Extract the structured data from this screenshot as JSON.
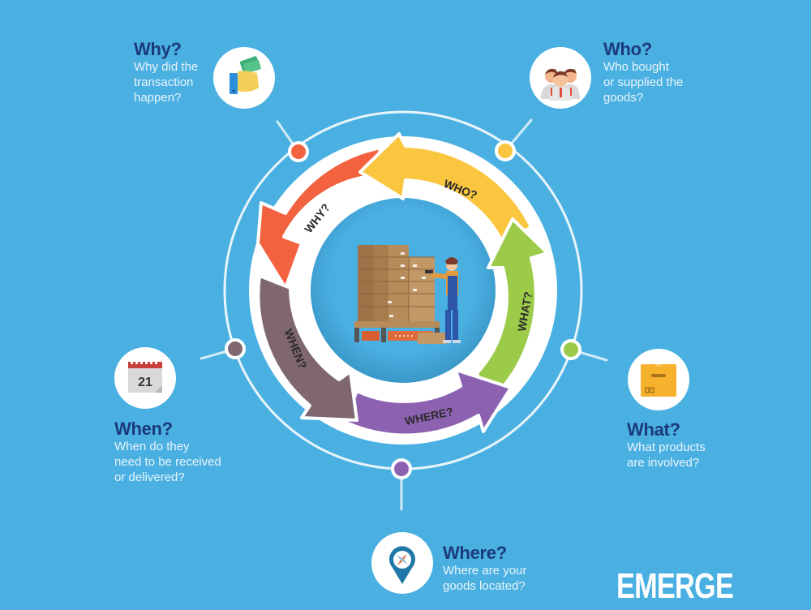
{
  "diagram": {
    "center_illustration": "warehouse-worker-scanning-boxes-on-pallet",
    "cycle": [
      {
        "key": "why",
        "arrow_label": "WHY?",
        "color": "#f2623f"
      },
      {
        "key": "who",
        "arrow_label": "WHO?",
        "color": "#fac63f"
      },
      {
        "key": "what",
        "arrow_label": "WHAT?",
        "color": "#9ccb4a"
      },
      {
        "key": "where",
        "arrow_label": "WHERE?",
        "color": "#8c62b0"
      },
      {
        "key": "when",
        "arrow_label": "WHEN?",
        "color": "#7f6670"
      }
    ],
    "nodes": {
      "why": {
        "title": "Why?",
        "desc": [
          "Why did the",
          "transaction",
          "happen?"
        ],
        "icon": "hand-with-money-icon",
        "dot_color": "#f2623f"
      },
      "who": {
        "title": "Who?",
        "desc": [
          "Who bought",
          "or supplied the",
          "goods?"
        ],
        "icon": "people-group-icon",
        "dot_color": "#fac63f"
      },
      "what": {
        "title": "What?",
        "desc": [
          "What products",
          "are involved?"
        ],
        "icon": "cardboard-box-icon",
        "dot_color": "#9ccb4a"
      },
      "where": {
        "title": "Where?",
        "desc": [
          "Where are your",
          "goods located?"
        ],
        "icon": "location-pin-compass-icon",
        "dot_color": "#8c62b0"
      },
      "when": {
        "title": "When?",
        "desc": [
          "When do they",
          "need to be received",
          "or delivered?"
        ],
        "icon": "calendar-icon",
        "calendar_day": "21",
        "dot_color": "#7f6670"
      }
    }
  },
  "brand": {
    "logo_text": "EMERGE"
  },
  "colors": {
    "background": "#4ab0e2",
    "title_text": "#1b3a7a",
    "desc_text": "#e8f4fb",
    "ring": "#e8f4fb"
  }
}
